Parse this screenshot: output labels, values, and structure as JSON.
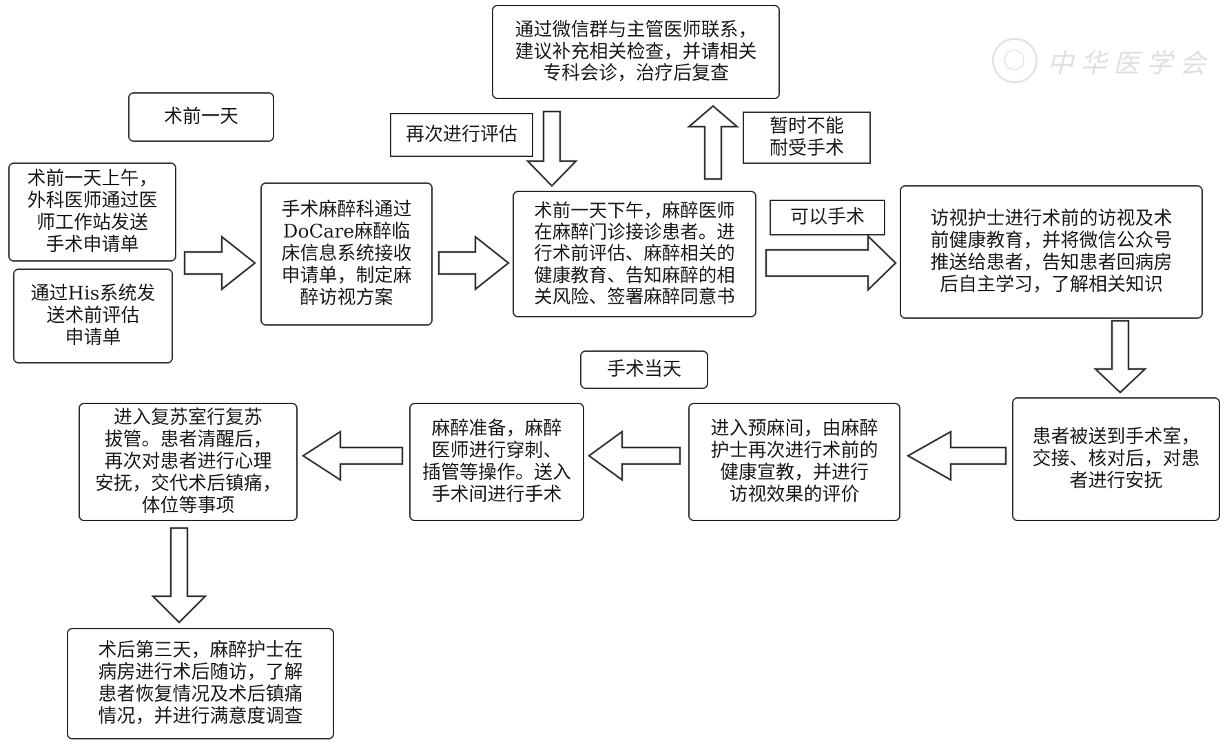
{
  "watermark": {
    "text": "中华医学会",
    "icon": "society-seal-icon"
  },
  "phase_labels": {
    "day_before": "术前一天",
    "surgery_day": "手术当天"
  },
  "condition_labels": {
    "reassess": "再次进行评估",
    "not_tolerable": "暂时不能\n耐受手术",
    "can_operate": "可以手术"
  },
  "steps": {
    "surgeon_request": "术前一天上午，\n外科医师通过医\n师工作站发送\n手术申请单",
    "his_request": "通过His系统发\n送术前评估\n申请单",
    "docare_receive": "手术麻醉科通过\nDoCare麻醉临\n床信息系统接收\n申请单，制定麻\n醉访视方案",
    "clinic_assessment": "术前一天下午，麻醉医师\n在麻醉门诊接诊患者。进\n行术前评估、麻醉相关的\n健康教育、告知麻醉的相\n关风险、签署麻醉同意书",
    "wechat_consult": "通过微信群与主管医师联系，\n建议补充相关检查，并请相关\n专科会诊，治疗后复查",
    "nurse_visit": "访视护士进行术前的访视及术\n前健康教育，并将微信公众号\n推送给患者，告知患者回病房\n后自主学习，了解相关知识",
    "to_or": "患者被送到手术室，\n交接、核对后，对患\n者进行安抚",
    "pre_anesthesia_room": "进入预麻间，由麻醉\n护士再次进行术前的\n健康宣教，并进行\n访视效果的评价",
    "anesthesia_prep": "麻醉准备，麻醉\n医师进行穿刺、\n插管等操作。送入\n手术间进行手术",
    "recovery_room": "进入复苏室行复苏\n拔管。患者清醒后，\n再次对患者进行心理\n安抚，交代术后镇痛，\n体位等事项",
    "followup_day3": "术后第三天，麻醉护士在\n病房进行术后随访，了解\n患者恢复情况及术后镇痛\n情况，并进行满意度调查"
  }
}
